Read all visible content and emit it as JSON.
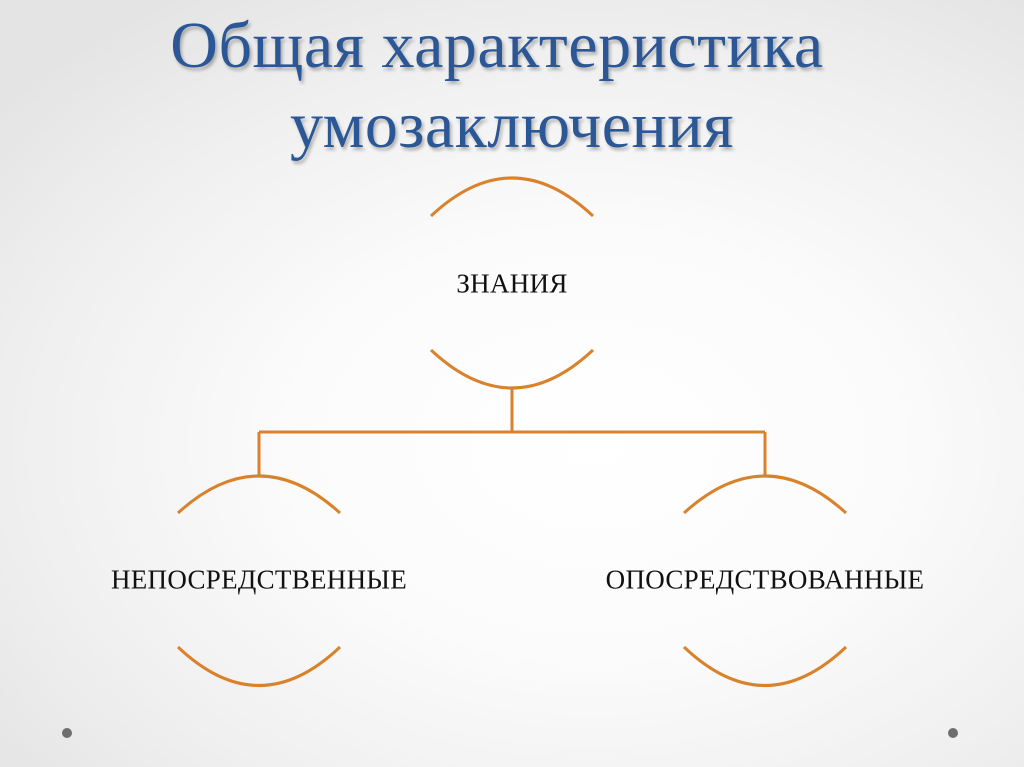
{
  "slide": {
    "title_lines": [
      "Общая характеристика",
      "умозаключения"
    ]
  },
  "diagram": {
    "line_color": "#d9822b",
    "title_color": "#2b5796",
    "root": {
      "label": "ЗНАНИЯ"
    },
    "children": [
      {
        "label": "НЕПОСРЕДСТВЕННЫЕ"
      },
      {
        "label": "ОПОСРЕДСТВОВАННЫЕ"
      }
    ]
  },
  "decorations": {
    "dot_color": "#6d6d6d"
  }
}
